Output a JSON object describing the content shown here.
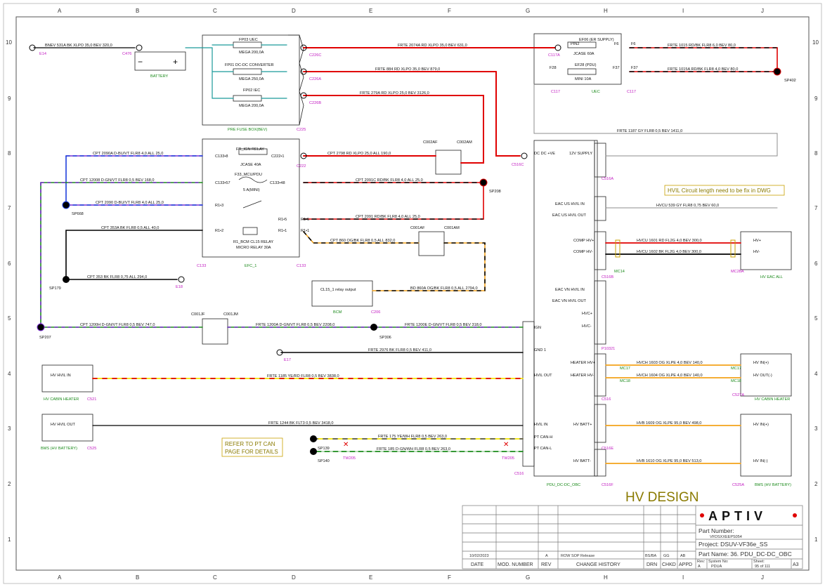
{
  "grid": {
    "columns": [
      "A",
      "B",
      "C",
      "D",
      "E",
      "F",
      "G",
      "H",
      "I",
      "J"
    ],
    "rows": [
      "10",
      "9",
      "8",
      "7",
      "6",
      "5",
      "4",
      "3",
      "2",
      "1"
    ]
  },
  "colors": {
    "red": "#e00000",
    "black": "#000000",
    "orange": "#f4a21a",
    "yellow": "#f2e600",
    "green": "#1a8a1a",
    "violet": "#7a2fd0",
    "blue": "#1f3fdc",
    "grey": "#8c8c8c",
    "teal": "#1a9a9a",
    "magenta": "#c21bc2"
  },
  "connectors": {
    "e14": "E14",
    "c476": "C476",
    "battery": "BATTERY",
    "fp03": "FP03 UEC",
    "fp03_rating": "MEGA 200,0A",
    "fp01": "FP01 DC-DC CONVERTER",
    "fp01_rating": "MEGA 250,0A",
    "fp02": "FP02 IEC",
    "fp02_rating": "MEGA 200,0A",
    "pre_fuse_box": "PRE FUSE BOX(BEV)",
    "c225": "C225",
    "c226c": "C226C",
    "c226a": "C226A",
    "c226b": "C226B",
    "ef06": "EF06 (ER SUPPLY)",
    "ef06_rating": "JCASE 60A",
    "ef28": "EF28 (PDU)",
    "ef28_rating": "MINI 10A",
    "c117a": "C117A",
    "c117": "C117",
    "uec": "UEC",
    "f28": "F28",
    "f6": "F6",
    "f37": "F37",
    "pin2": "PIN2",
    "sp402": "SP402",
    "c002af": "C002AF",
    "c002am": "C002AM",
    "fr_ign_relay": "FR_IGN RELAY",
    "fr_rating": "JCASE 40A",
    "f33": "F33_MCU/PDU",
    "f33_rating": "5 A(MINI)",
    "r1_relay": "R1_BCM CL15 RELAY",
    "r1_relay2": "MICRO RELAY 30A",
    "c133_8": "C133•8",
    "c222_1": "C222•1",
    "c133_57": "C133•57",
    "c133_48": "C133•48",
    "r1_3": "R1•3",
    "r1_2": "R1•2",
    "r1_5a": "R1•5",
    "r1_5b": "R1•5",
    "r1_1a": "R1•1",
    "r1_1b": "R1•1",
    "c133a": "C133",
    "c133b": "C133",
    "c222": "C222",
    "efc1": "EFC_1",
    "sp668": "SP668",
    "sp208": "SP208",
    "sp179": "SP179",
    "e18": "E18",
    "c001af": "C001AF",
    "c001am": "C001AM",
    "cl15_relay_output": "CL15_1 relay output",
    "bcm": "BCM",
    "c206": "C206",
    "sp207": "SP207",
    "c001jf": "C001JF",
    "c001jm": "C001JM",
    "sp306": "SP306",
    "e17": "E17",
    "hv_hvil_in_heater": "HV HVIL IN",
    "hv_cabin_heater": "HV CABIN HEATER",
    "c521": "C521",
    "hv_hvil_out_bms": "HV HVIL OUT",
    "bms_hv_battery": "BMS (HV BATTERY)",
    "c525": "C525",
    "sp139": "SP139",
    "sp140": "SP140",
    "tw205a": "TW205",
    "tw205b": "TW205",
    "c516c": "C516C",
    "c516": "C516",
    "c516a": "C516A",
    "c516b": "C516B",
    "c516e": "C516E",
    "c516f": "C516F",
    "p10321": "P10321",
    "pdu_dcdc_obc": "PDU_DC-DC_OBC",
    "mc14": "MC14",
    "mc28a": "MC28A",
    "hv_eac_all": "HV EAC ALL",
    "mc17": "MC17",
    "mc18": "MC18",
    "mc17b": "MC17",
    "mc18b": "MC18",
    "c527a": "C527A",
    "hv_cabin_heater2": "HV CABIN HEATER",
    "c525a": "C525A",
    "bms_hv_battery2": "BMS (HV BATTERY)"
  },
  "pdu_pins": {
    "dc_dc_ve": "DC DC +VE",
    "supply_12v": "12V SUPPLY",
    "eac_us_hvil_in": "EAC US HVIL IN",
    "eac_us_hvil_out": "EAC US HVIL OUT",
    "comp_hv_pos": "COMP HV+",
    "comp_hv_neg": "COMP HV-",
    "eac_vn_hvil_in": "EAC VN HVIL IN",
    "eac_vn_hvil_out": "EAC VN HVIL OUT",
    "hvc_pos": "HVC+",
    "hvc_neg": "HVC-",
    "ign": "IGN",
    "gnd1": "GND 1",
    "heater_hv_pos": "HEATER HV+",
    "heater_hv_neg": "HEATER HV-",
    "hvil_out": "HVIL OUT",
    "hvil_in": "HVIL IN",
    "pt_can_h": "PT CAN-H",
    "pt_can_l": "PT CAN-L",
    "hv_batt_pos": "HV BATT+",
    "hv_batt_neg": "HV BATT-"
  },
  "right_boxes": {
    "hv_pos": "HV+",
    "hv_neg": "HV-",
    "hv_in_pos": "HV IN(+)",
    "hv_out_neg": "HV OUT(-)",
    "hv_in_pos2": "HV IN(+)",
    "hv_in_neg": "HV IN(-)"
  },
  "wires": {
    "bnev531a": "BNEV 531A BK XLPO 35,0 BEV 320,0",
    "frte2074a": "FRTE 2074A RD XLPO 35,0 BEV 631,0",
    "frte884": "FRTE 884 RD XLPO 35,0 BEV 879,0",
    "frte279a": "FRTE 279A RD XLPO 25,0 BEV 3126,0",
    "frte1015": "FRTE 1015 RD/BK FLR8 6,0 BEV 80,0",
    "frte1015a": "FRTE 1015A RD/BK FLR8 4,0 BEV 80,0",
    "frte1187": "FRTE 1187 GY FLR8 0,5 BEV 1411,0",
    "cpt2090a": "CPT 2090A D-BU/VT FLR8 4,0 ALL 25,0",
    "cpt2798": "CPT 2798 RD XLPO 25,0 ALL 190,0",
    "cpt12008": "CPT 12008 D-GN/VT FLR8 0,5 BEV 168,0",
    "cpt2091c": "CPT 2091C RD/BK FLR8 4,0 ALL 25,0",
    "cpt2090": "CPT 2090 D-BU/VT FLR8 4,0 ALL 25,0",
    "cpt2091": "CPT 2091 RD/BK FLR8 4,0 ALL 25,0",
    "cpt353a": "CPT 353A BK FLR8 0,5 ALL 40,0",
    "cpt860": "CPT 860 OG/BK FLR8 0,5 ALL 832,0",
    "cpt353": "CPT 353 BK FLR8 0,75 ALL 294,0",
    "bd860a": "BD 860A OG/BK FLR8 0,5 ALL 2794,0",
    "cpt1200h": "CPT 1200H D-GN/VT FLR8 0,5 BEV 747,0",
    "frte1200a": "FRTE 1200A D-GN/VT FLR8 0,5 BEV 2208,0",
    "frte1200e": "FRTE 1200E D-GN/VT FLR8 0,5 BEV 318,0",
    "frte2976": "FRTE 2976 BK FLR8 0,5 BEV 411,0",
    "frte1185": "FRTE 1185 YE/RD FLR8 0,5 BEV 3838,0",
    "frte1244": "FRTE 1244 BK FLT3 0,5 BEV 3418,0",
    "frte175": "FRTE 175 YE/WH FLR8 0,5 BEV 263,0",
    "frte185": "FRTE 185 D-GN/WH FLR8 0,5 BEV 263,0",
    "hvcu539": "HVCU 539 GY FLR8 0,75 BEV 60,0",
    "hvcu1601": "HVCU 1601 RD FL2G 4,0 BEV 300,0",
    "hvcu1602": "HVCU 1602 BK FL2G 4,0 BEV 300,0",
    "hvch1603": "HVCH 1603 OG XLPE 4,0 BEV 140,0",
    "hvch1604": "HVCH 1604 OG XLPE 4,0 BEV 140,0",
    "hvb1609": "HVB 1609 OG XLPE 95,0 BEV 498,0",
    "hvb1610": "HVB 1610 OG XLPE 95,0 BEV 513,0"
  },
  "notes": {
    "hvil": "HVIL Circuit length need to be fix in DWG",
    "refer1": "REFER TO PT CAN",
    "refer2": "PAGE  FOR DETAILS",
    "hv_design": "HV DESIGN"
  },
  "title_block": {
    "logo": "APTIV",
    "part_number_label": "Part Number:",
    "part_number": "VFDSXXEEPS054",
    "project": "Project: DSUV-VF36e_SS",
    "part_name": "Part Name:  36. PDU_DC-DC_OBC",
    "date_value": "10/02/2023",
    "rev_value": "A",
    "change_value": "ROW SOP Release",
    "drn_value": "BS/BA",
    "chkd_value": "GG",
    "appd_value": "AB",
    "col_date": "DATE",
    "col_mod": "MOD. NUMBER",
    "col_rev": "REV",
    "col_change": "CHANGE HISTORY",
    "col_drn": "DRN",
    "col_chkd": "CHKD",
    "col_appd": "APPD",
    "rev_label": "Rev:",
    "rev_cell": "A",
    "system_no_label": "System No:",
    "system_no": "PDUA",
    "sheet_label": "Sheet:",
    "sheet": "95   of 111",
    "size": "A3"
  }
}
